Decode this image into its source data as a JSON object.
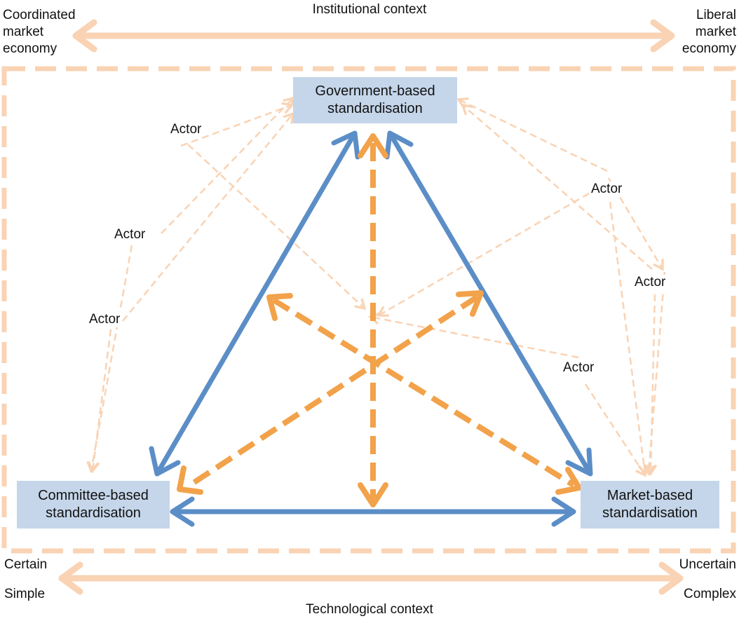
{
  "institutional": {
    "title": "Institutional context",
    "left": [
      "Coordinated",
      "market",
      "economy"
    ],
    "right": [
      "Liberal",
      "market",
      "economy"
    ]
  },
  "technological": {
    "title": "Technological context",
    "left_top": "Certain",
    "left_bottom": "Simple",
    "right_top": "Uncertain",
    "right_bottom": "Complex"
  },
  "boxes": {
    "government": [
      "Government-based",
      "standardisation"
    ],
    "committee": [
      "Committee-based",
      "standardisation"
    ],
    "market": [
      "Market-based",
      "standardisation"
    ]
  },
  "actors": [
    "Actor",
    "Actor",
    "Actor",
    "Actor",
    "Actor",
    "Actor"
  ],
  "colors": {
    "blue_arrow": "#5b8ec7",
    "orange_arrow": "#f2a24a",
    "light_orange": "#f9d3b4",
    "box_fill": "#c5d6ea"
  }
}
